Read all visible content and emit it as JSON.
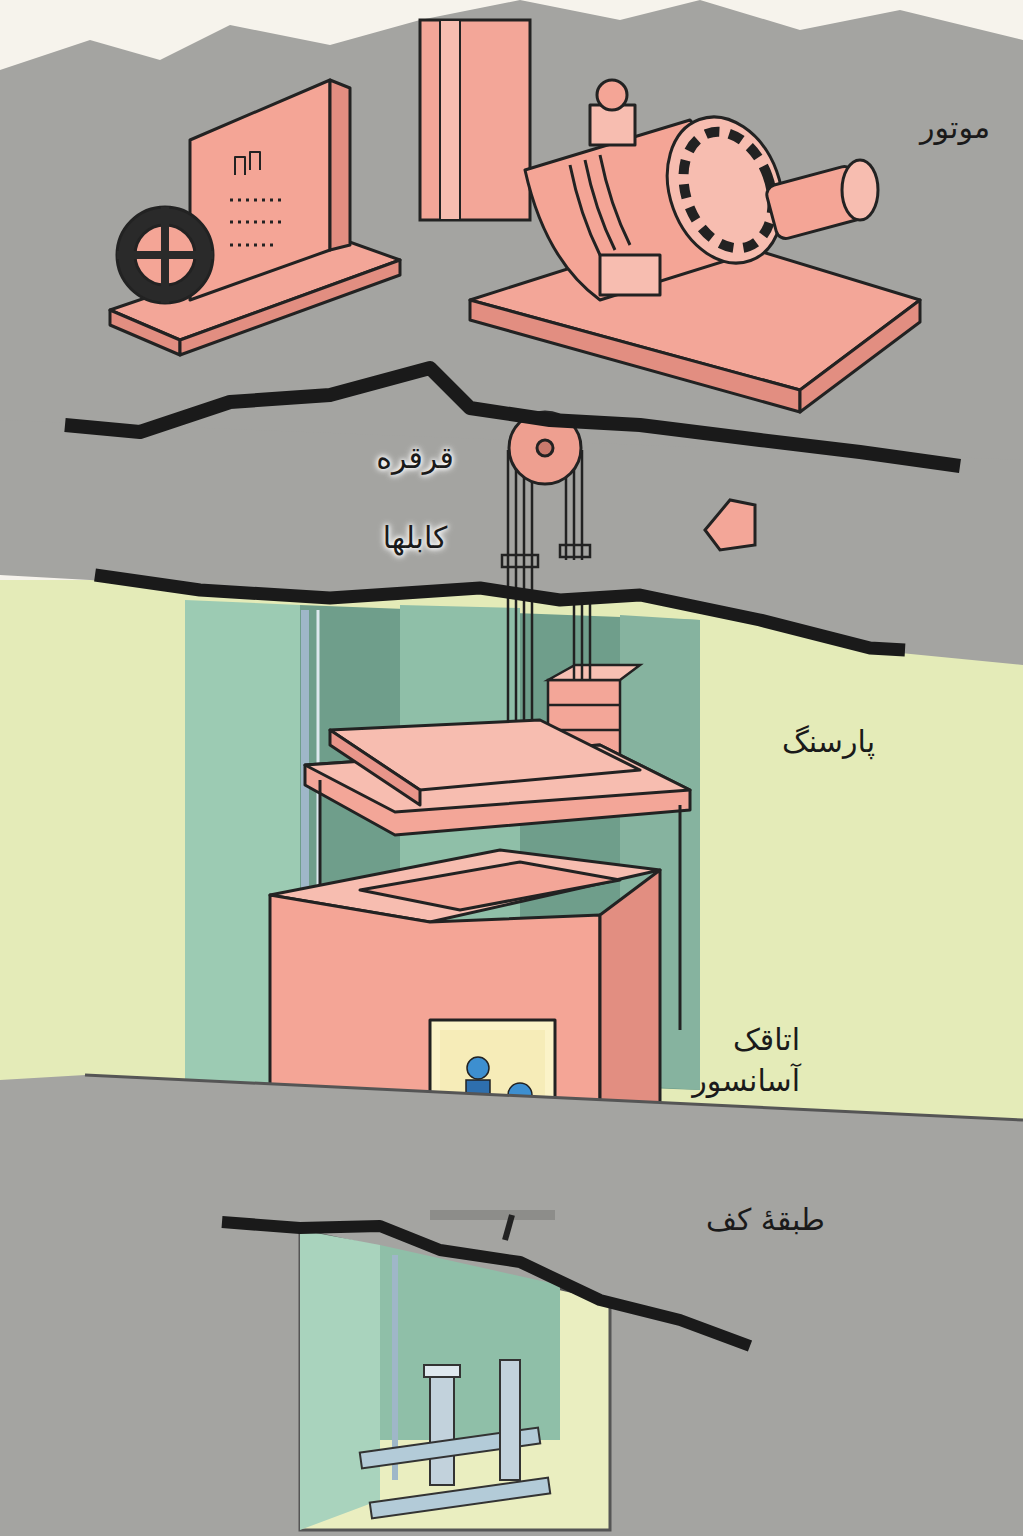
{
  "diagram": {
    "labels": [
      "موتور",
      "قرقره",
      "کابلها",
      "پارسنگ",
      "اتاقک آسانسور",
      "طبقهٔ کف"
    ]
  }
}
